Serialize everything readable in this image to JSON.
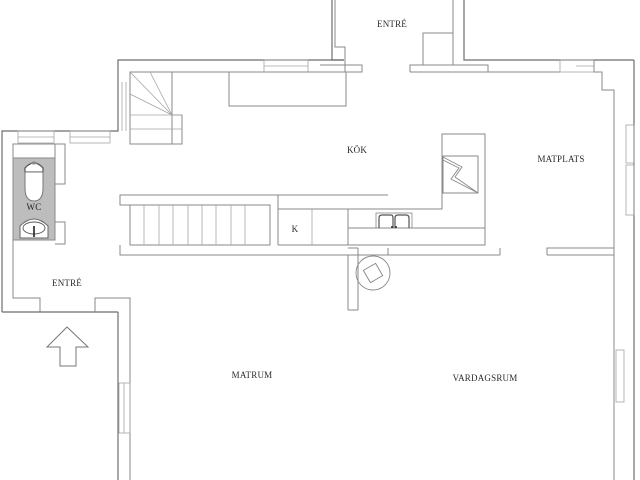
{
  "floorplan": {
    "rooms": {
      "entre_top": "ENTRÉ",
      "kok": "KÖK",
      "matplats": "MATPLATS",
      "wc": "WC",
      "k": "K",
      "entre_left": "ENTRÉ",
      "matrum": "MATRUM",
      "vardagsrum": "VARDAGSRUM"
    },
    "icons": {
      "entrance_arrow": "up-arrow",
      "stove": "stove-lightning",
      "sink": "double-sink",
      "toilet": "toilet",
      "washbasin": "washbasin",
      "stairs_straight": "stairs",
      "stairs_winding": "winding-stairs",
      "fireplace": "round-stove"
    },
    "colors": {
      "wall": "#8a8a8a",
      "wc_fill": "#bdbdbd",
      "background": "#ffffff",
      "text": "#2a2a2a"
    }
  }
}
